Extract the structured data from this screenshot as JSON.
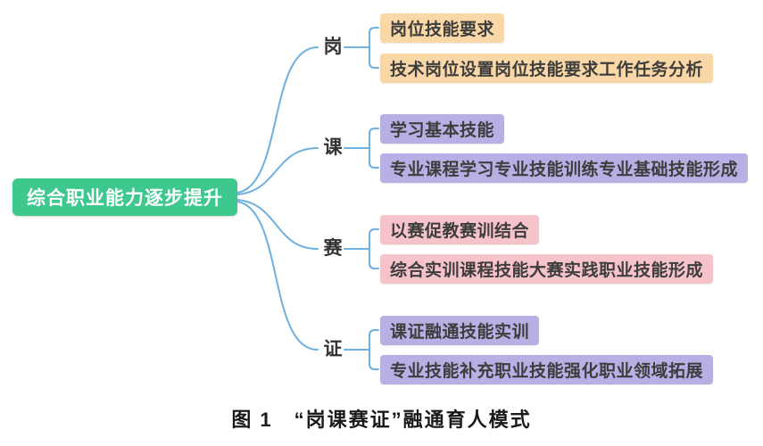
{
  "root": {
    "label": "综合职业能力逐步提升"
  },
  "branches": [
    {
      "label": "岗",
      "color": "#f9d7a6",
      "items": [
        "岗位技能要求",
        "技术岗位设置岗位技能要求工作任务分析"
      ]
    },
    {
      "label": "课",
      "color": "#b6b0e4",
      "items": [
        "学习基本技能",
        "专业课程学习专业技能训练专业基础技能形成"
      ]
    },
    {
      "label": "赛",
      "color": "#f6c3cb",
      "items": [
        "以赛促教赛训结合",
        "综合实训课程技能大赛实践职业技能形成"
      ]
    },
    {
      "label": "证",
      "color": "#b6b0e4",
      "items": [
        "课证融通技能实训",
        "专业技能补充职业技能强化职业领域拓展"
      ]
    }
  ],
  "caption": "图 1　“岗课赛证”融通育人模式",
  "colors": {
    "root_bg": "#3ec88e",
    "root_text": "#ffffff",
    "line": "#6fb0df",
    "item_text": "#3d3d3d"
  }
}
